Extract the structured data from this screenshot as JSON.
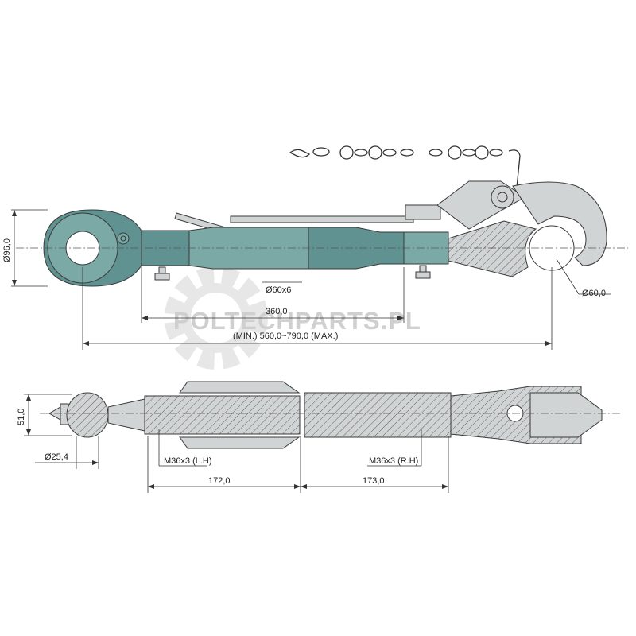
{
  "watermark": {
    "text": "POLTECHPARTS.PL",
    "logo_icon": "gear-icon"
  },
  "top_view": {
    "dimensions": {
      "eye_diameter": "Ø96,0",
      "tube": "Ø60x6",
      "tube_length": "360,0",
      "overall_length": "(MIN.) 560,0~790,0 (MAX.)",
      "hook_diameter": "Ø60,0"
    }
  },
  "section_view": {
    "dimensions": {
      "ball_width": "51,0",
      "ball_bore": "Ø25,4",
      "left_thread": "M36x3 (L.H)",
      "right_thread": "M36x3 (R.H)",
      "left_length": "172,0",
      "right_length": "173,0"
    }
  },
  "colors": {
    "body": "#5f9290",
    "body_light": "#7aa9a6",
    "section_fill": "#d0d4d4",
    "watermark": "#cfcfcf",
    "line": "#333333"
  }
}
